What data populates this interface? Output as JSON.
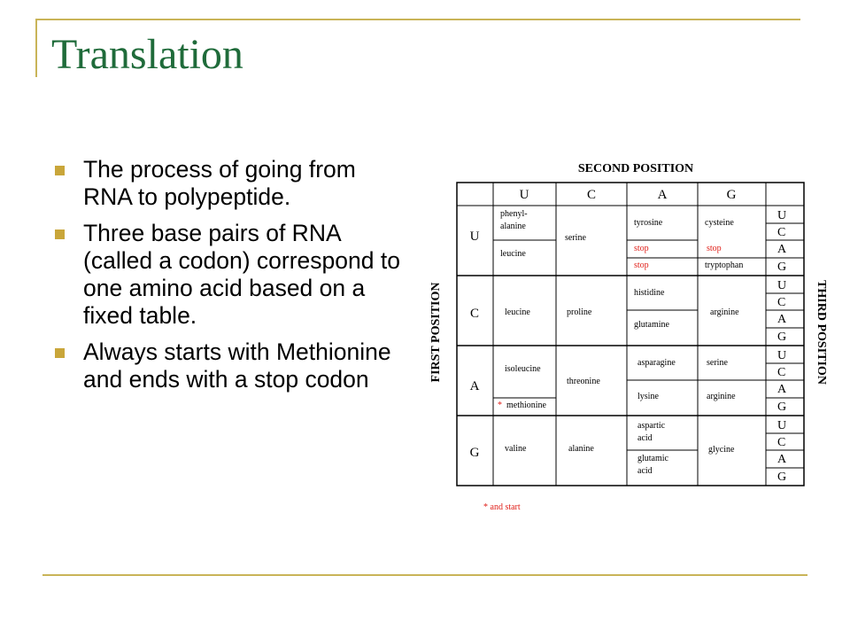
{
  "slide": {
    "title": "Translation",
    "bullets": [
      "The process of going from RNA to polypeptide.",
      "Three base pairs of RNA (called a codon) correspond to one amino acid based on a fixed table.",
      "Always starts with Methionine and ends with a stop codon"
    ]
  },
  "codon_table": {
    "second_position_label": "SECOND POSITION",
    "first_position_label": "FIRST POSITION",
    "third_position_label": "THIRD POSITION",
    "second_bases": [
      "U",
      "C",
      "A",
      "G"
    ],
    "first_bases": [
      "U",
      "C",
      "A",
      "G"
    ],
    "third_bases": [
      "U",
      "C",
      "A",
      "G"
    ],
    "cells": {
      "UU_1": "phenyl-",
      "UU_2": "alanine",
      "UU_3": "leucine",
      "UC": "serine",
      "UA_1": "tyrosine",
      "UA_2": "stop",
      "UA_3": "stop",
      "UG_1": "cysteine",
      "UG_2": "stop",
      "UG_3": "tryptophan",
      "CU": "leucine",
      "CC": "proline",
      "CA_1": "histidine",
      "CA_2": "glutamine",
      "CG": "arginine",
      "AU_1": "isoleucine",
      "AU_star": "*",
      "AU_2": "methionine",
      "AC": "threonine",
      "AA_1": "asparagine",
      "AA_2": "lysine",
      "AG_1": "serine",
      "AG_2": "arginine",
      "GU": "valine",
      "GC": "alanine",
      "GA_1a": "aspartic",
      "GA_1b": "acid",
      "GA_2a": "glutamic",
      "GA_2b": "acid",
      "GG": "glycine"
    },
    "footnote": "* and start",
    "colors": {
      "stop": "#e0201a",
      "title": "#1f6b3a",
      "bullet": "#c9a63a",
      "frame": "#c9b458"
    }
  }
}
